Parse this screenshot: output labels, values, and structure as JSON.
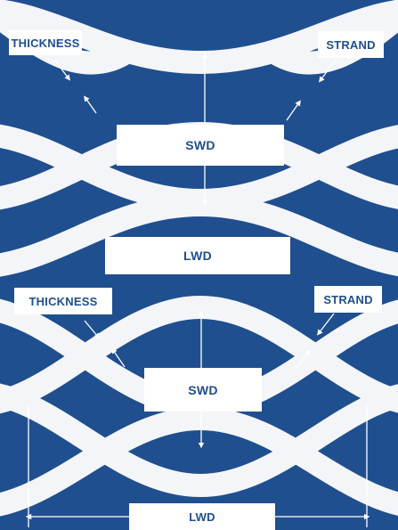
{
  "colors": {
    "background": "#1f4f8f",
    "strand": "#f4f5f8",
    "label_background": "#ffffff",
    "label_text": "#1f4f8f"
  },
  "panels": [
    {
      "name": "top-panel",
      "labels": {
        "thickness": "THICKNESS",
        "strand": "STRAND",
        "swd": "SWD",
        "lwd": "LWD"
      }
    },
    {
      "name": "bottom-panel",
      "labels": {
        "thickness": "THICKNESS",
        "strand": "STRAND",
        "swd": "SWD",
        "lwd": "LWD"
      }
    }
  ]
}
